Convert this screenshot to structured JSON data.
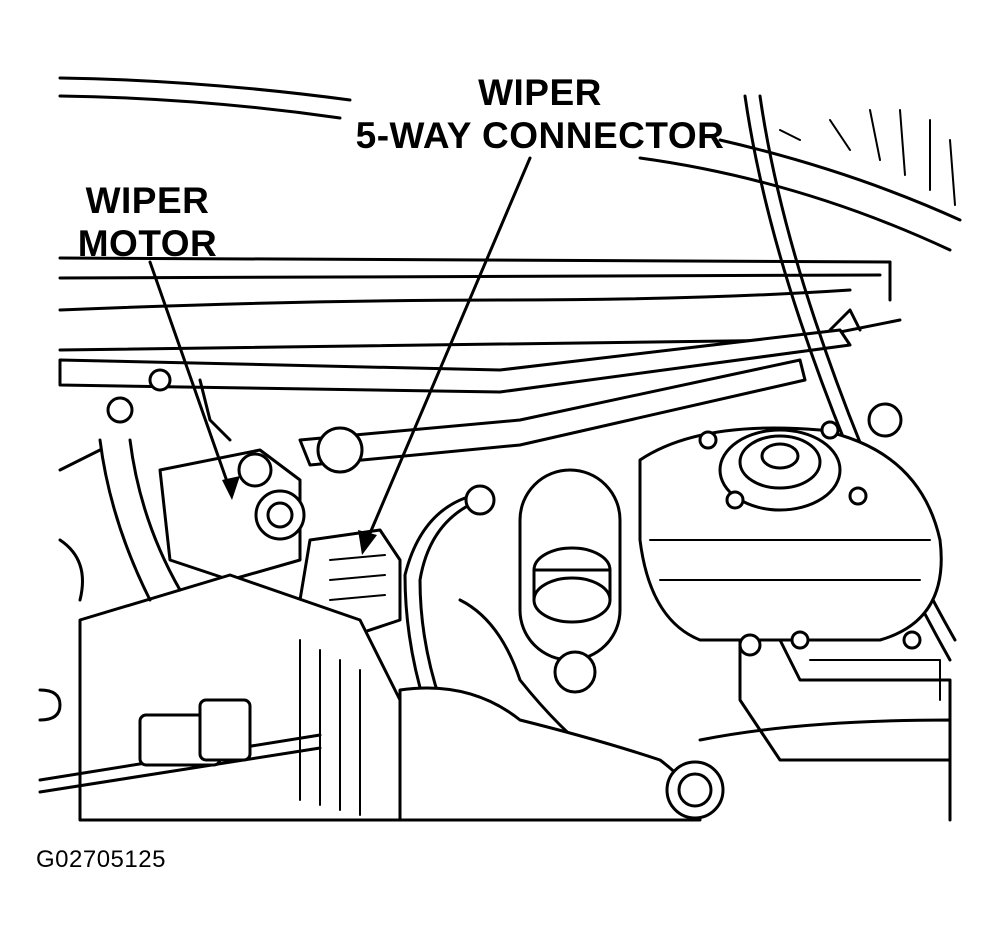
{
  "labels": {
    "connector_line1": "WIPER",
    "connector_line2": "5-WAY CONNECTOR",
    "motor_line1": "WIPER",
    "motor_line2": "MOTOR"
  },
  "figure_code": "G02705125"
}
